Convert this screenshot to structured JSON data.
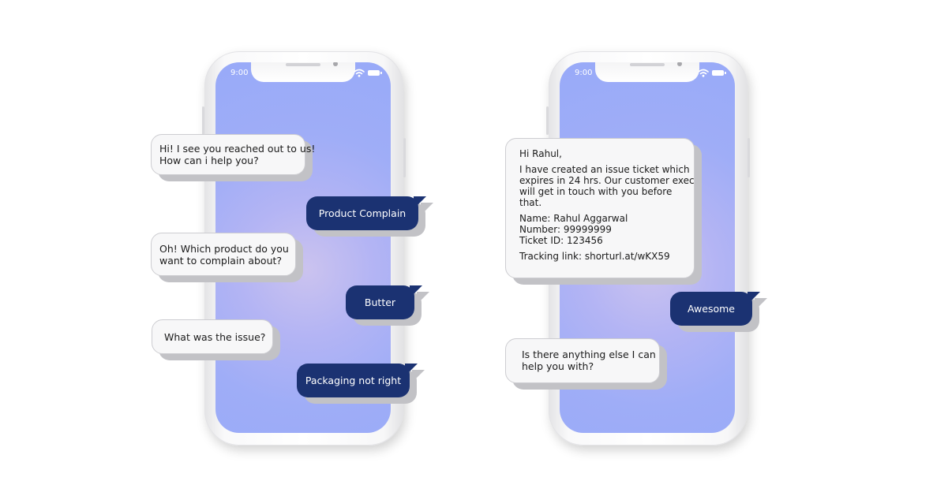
{
  "status_bar": {
    "time": "9:00"
  },
  "phone_left": {
    "messages": [
      {
        "from": "bot",
        "lines": [
          "Hi! I see you reached out to us!",
          "How can i help you?"
        ]
      },
      {
        "from": "user",
        "text": "Product Complain"
      },
      {
        "from": "bot",
        "lines": [
          "Oh! Which product do you",
          "want to complain about?"
        ]
      },
      {
        "from": "user",
        "text": "Butter"
      },
      {
        "from": "bot",
        "lines": [
          "What was the issue?"
        ]
      },
      {
        "from": "user",
        "text": "Packaging not right"
      }
    ]
  },
  "phone_right": {
    "ticket_message": {
      "greeting": "Hi Rahul,",
      "body_lines": [
        "I have created an issue ticket which",
        "expires in 24 hrs. Our customer exec",
        "will get in touch with you before",
        "that."
      ],
      "name": "Name: Rahul Aggarwal",
      "number": "Number: 99999999",
      "ticket_id": "Ticket ID: 123456",
      "tracking": "Tracking link: shorturl.at/wKX59"
    },
    "reply": "Awesome",
    "followup_lines": [
      "Is there anything else I can",
      "help you with?"
    ]
  },
  "icons": [
    "wifi-icon",
    "battery-icon",
    "camera-icon",
    "speaker-icon"
  ],
  "colors": {
    "screen": "#9fadf7",
    "user_bubble": "#1b3272",
    "bot_bubble": "#f7f7f8",
    "bubble_shadow": "#c2c2c6"
  }
}
